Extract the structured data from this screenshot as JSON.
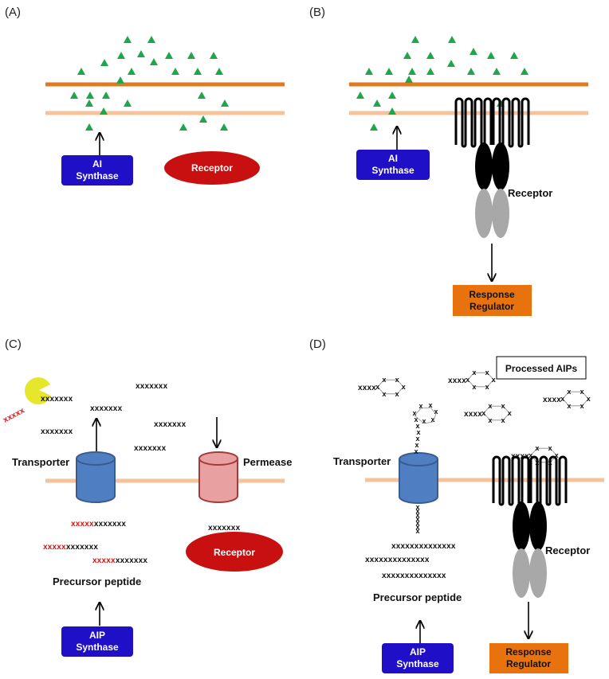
{
  "colors": {
    "outer_membrane": "#e07a1f",
    "inner_membrane": "#f5c29a",
    "signal_triangle": "#1fa64a",
    "synthase_box": "#1f10c8",
    "receptor_red": "#c81010",
    "response_regulator_box": "#e8730e",
    "transporter_blue": "#4f7fc2",
    "permease_pink": "#e8a0a0",
    "receptor_upper": "#000000",
    "receptor_lower": "#a8a8a8",
    "pacman_yellow": "#e6e62a",
    "cleaved_peptide_red": "#e01010"
  },
  "panels": {
    "a": {
      "letter": "(A)",
      "synthase": [
        "AI",
        "Synthase"
      ],
      "receptor": "Receptor"
    },
    "b": {
      "letter": "(B)",
      "synthase": [
        "AI",
        "Synthase"
      ],
      "receptor": "Receptor",
      "response_regulator": [
        "Response",
        "Regulator"
      ]
    },
    "c": {
      "letter": "(C)",
      "transporter": "Transporter",
      "permease": "Permease",
      "receptor": "Receptor",
      "precursor": "Precursor peptide",
      "synthase": [
        "AIP",
        "Synthase"
      ],
      "leader": "xxxxx",
      "core": "xxxxxxx",
      "precursor_rows": [
        {
          "leader": "xxxxx",
          "core": "xxxxxxx"
        },
        {
          "leader": "xxxxx",
          "core": "xxxxxxx"
        },
        {
          "leader": "xxxxx",
          "core": "xxxxxxx"
        }
      ],
      "extracellular_peptides": [
        "xxxxxxx",
        "xxxxxxx",
        "xxxxxxx",
        "xxxxxxx",
        "xxxxxxx",
        "xxxxxxx"
      ],
      "bound_peptide": "xxxxxxx"
    },
    "d": {
      "letter": "(D)",
      "legend": "Processed AIPs",
      "transporter": "Transporter",
      "receptor": "Receptor",
      "precursor": "Precursor peptide",
      "synthase": [
        "AIP",
        "Synthase"
      ],
      "response_regulator": [
        "Response",
        "Regulator"
      ],
      "precursor_rows": [
        "xxxxxxxxxxxxxx",
        "xxxxxxxxxxxxxx",
        "xxxxxxxxxxxxxx"
      ],
      "tail": "xxxx",
      "ring_vertex": "x"
    }
  }
}
